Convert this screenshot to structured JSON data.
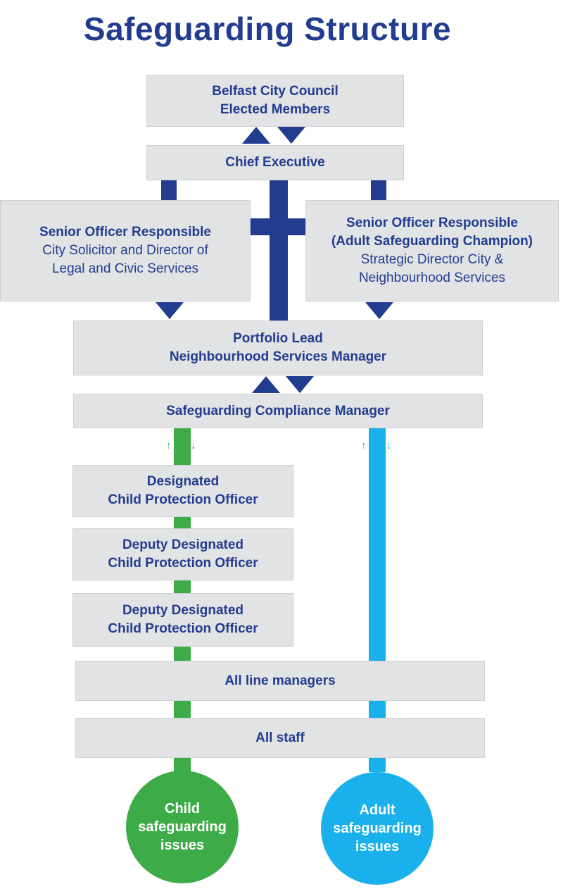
{
  "title": "Safeguarding Structure",
  "colors": {
    "navy": "#223c8f",
    "green": "#3eab49",
    "cyan": "#1ab0ec",
    "box": "#e2e3e5"
  },
  "boxes": {
    "council": {
      "line1": "Belfast City Council",
      "line2": "Elected Members"
    },
    "chief": {
      "label": "Chief Executive"
    },
    "senior_left": {
      "heading": "Senior Officer Responsible",
      "line1": "City Solicitor and Director of",
      "line2": "Legal and Civic Services"
    },
    "senior_right": {
      "heading1": "Senior Officer Responsible",
      "heading2": "(Adult Safeguarding Champion)",
      "line1": "Strategic Director City &",
      "line2": "Neighbourhood Services"
    },
    "portfolio": {
      "line1": "Portfolio Lead",
      "line2": "Neighbourhood Services Manager"
    },
    "compliance": {
      "label": "Safeguarding Compliance Manager"
    },
    "dcpo": {
      "line1": "Designated",
      "line2": "Child Protection Officer"
    },
    "ddcpo1": {
      "line1": "Deputy Designated",
      "line2": "Child Protection Officer"
    },
    "ddcpo2": {
      "line1": "Deputy Designated",
      "line2": "Child Protection Officer"
    },
    "line_managers": {
      "label": "All line managers"
    },
    "staff": {
      "label": "All staff"
    }
  },
  "circles": {
    "child": {
      "line1": "Child",
      "line2": "safeguarding",
      "line3": "issues"
    },
    "adult": {
      "line1": "Adult",
      "line2": "safeguarding",
      "line3": "issues"
    }
  },
  "arrows": {
    "up": "↑",
    "down": "↓"
  }
}
